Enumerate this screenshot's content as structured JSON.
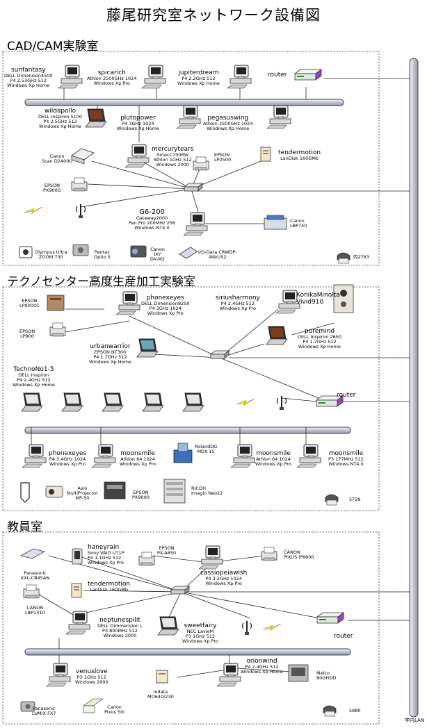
{
  "title": "藤尾研究室ネットワーク設備図",
  "sections": {
    "cad": "CAD/CAM実験室",
    "techno": "テクノセンター高度生産加工実験室",
    "staff": "教員室"
  },
  "campus_lan": "学内LAN",
  "cad": {
    "sunfantasy": {
      "name": "sunfantasy",
      "spec": "DELL Dimension4500\nP4 2.53GHz 512\nWindows Xp Home"
    },
    "spicarich": {
      "name": "spicarich",
      "spec": "Athlon 2500GHz 1024\nWindows Xp Pro"
    },
    "jupiterdream": {
      "name": "jupiterdream",
      "spec": "P4 2.2GHz 512\nWindows Xp Home"
    },
    "router": "router",
    "wildapollo": {
      "name": "wildapollo",
      "spec": "DELL Inspiron 5100\nP4 2.5GHz 512\nWindows Xp Home"
    },
    "plutopower": {
      "name": "plutopower",
      "spec": "P4 3GHz 1024\nWindows Xp Home"
    },
    "pegasuswing": {
      "name": "pegasuswing",
      "spec": "Athlon 2500GHz 1024\nWindows Xp Home"
    },
    "canon_scan": "Canon\nScan D2400U",
    "mercurytears": {
      "name": "mercurytears",
      "spec": "SotecC700RW\nAthlon 1GHz 512\nWindows 2000"
    },
    "epson_lp2500": "EPSON\nLP2500",
    "tendermotion": {
      "name": "tendermotion",
      "spec": "LanDisk 160GMb"
    },
    "epson_px900g": "EPSON\nPX900G",
    "g6200": {
      "name": "G6-200",
      "spec": "Gateway2000\nPen Pro 200MHz 256\nWindows NT4.0"
    },
    "canon_lbp740": "Canon\nLBP740",
    "olympus": "Olympus Ultra\nZOOM 730",
    "pentax": "Pentax\nOptio S",
    "canon_ixy": "Canon\nIXY\nDV-M2",
    "iodata": "I/O-Data CRWDP-\ni8A/US2",
    "phone": "内2783"
  },
  "techno": {
    "epson_lp9000c": "EPSON\nLP9000C",
    "phonexeyes": {
      "name": "phonexeyes",
      "spec": "DELL Dimension8250\nP4 3GHz 1024\nWindows Xp Pro"
    },
    "siriusharmony": {
      "name": "siriusharmony",
      "spec": "P4 2.4GHz 512\nWindows Xp Pro"
    },
    "konika": "KonikaMinolta\nVivid910",
    "epson_lp800": "EPSON\nLP800",
    "puremind": {
      "name": "puremind",
      "spec": "DELL Inspiron 2650\nP4 1.7GHz 512\nWindows Xp Home"
    },
    "urbanwarrior": {
      "name": "urbanwarrior",
      "spec": "EPSON NT300\nP4 1.7GHz 512\nWindows Xp Home"
    },
    "technono": {
      "name": "TechnoNo1-5",
      "spec": "DELL Inspiron\nP4 2.4GHz 512\nWindows Xp Home"
    },
    "router": "router",
    "phonexeyes2": {
      "name": "phonexeyes",
      "spec": "P4 3.4GHz 1024\nWindows Xp Pro"
    },
    "moonsmile1": {
      "name": "moonsmile",
      "spec": "Athlon 64 1024\nWindows Xp Pro"
    },
    "roland": "RolandDG\nMDX-15",
    "moonsmile2": {
      "name": "moonsmile",
      "spec": "Athlon 64 1024\nWindows Xp Pro"
    },
    "moonsmile3": {
      "name": "moonsmile",
      "spec": "P3 177MHz 512\nWindows NT4.0"
    },
    "avio": "Avio\nMultiProjector\nMP-50",
    "epson_px9000": "EPSON\nPX9000",
    "ricoh": "RICOH\nImagio Neo22",
    "phone": "5729"
  },
  "staff": {
    "haneyrain": {
      "name": "haneyrain",
      "spec": "Sony VAIO U71P\nP4 1.1GHz 512\nWindows Xp Pro"
    },
    "epson_pxa850": "EPSON\nPX-A850",
    "canon_ip8600": "CANON\nPIXUS iP8600",
    "panasonic_kxl": "Panasonic\nKXL-CB45AN",
    "cassiopeia": {
      "name": "cassiopeiawish",
      "spec": "P4 3.2GHz 1024\nWindows Xp Pro"
    },
    "tendermotion": {
      "name": "tendermotion",
      "spec": "LanDisk 160GMb"
    },
    "canon_lbp1310": "CANON\nLBP1310",
    "neptune": {
      "name": "neptunespilit",
      "spec": "DELL Dimmension L\nP3 800MHz 512\nWindows 2000"
    },
    "sweetfairy": {
      "name": "sweetfairy",
      "spec": "NEC LavieM\nP3 1GHz 512\nWindows Xp Pro"
    },
    "router": "router",
    "orionwind": {
      "name": "orionwind",
      "spec": "P4 2.4GHz 512\nWindows Xp Home"
    },
    "venuslove": {
      "name": "venuslove",
      "spec": "P3 1GHz 512\nWindows 2000"
    },
    "iodata": "Iodata\nMO640/230",
    "melco": "Melco\n80GHDD",
    "panasonic_lumix": "Panasonic\nLUMIX FX7",
    "canon_pixus50i": "Canon\nPixus 50i",
    "phone": "5880"
  },
  "colors": {
    "bus": "#b7bcc7",
    "bus_edge": "#3c4250",
    "router": "#dfe9df",
    "router_accent": "#a63ac4",
    "bolt": "#ffe900"
  }
}
